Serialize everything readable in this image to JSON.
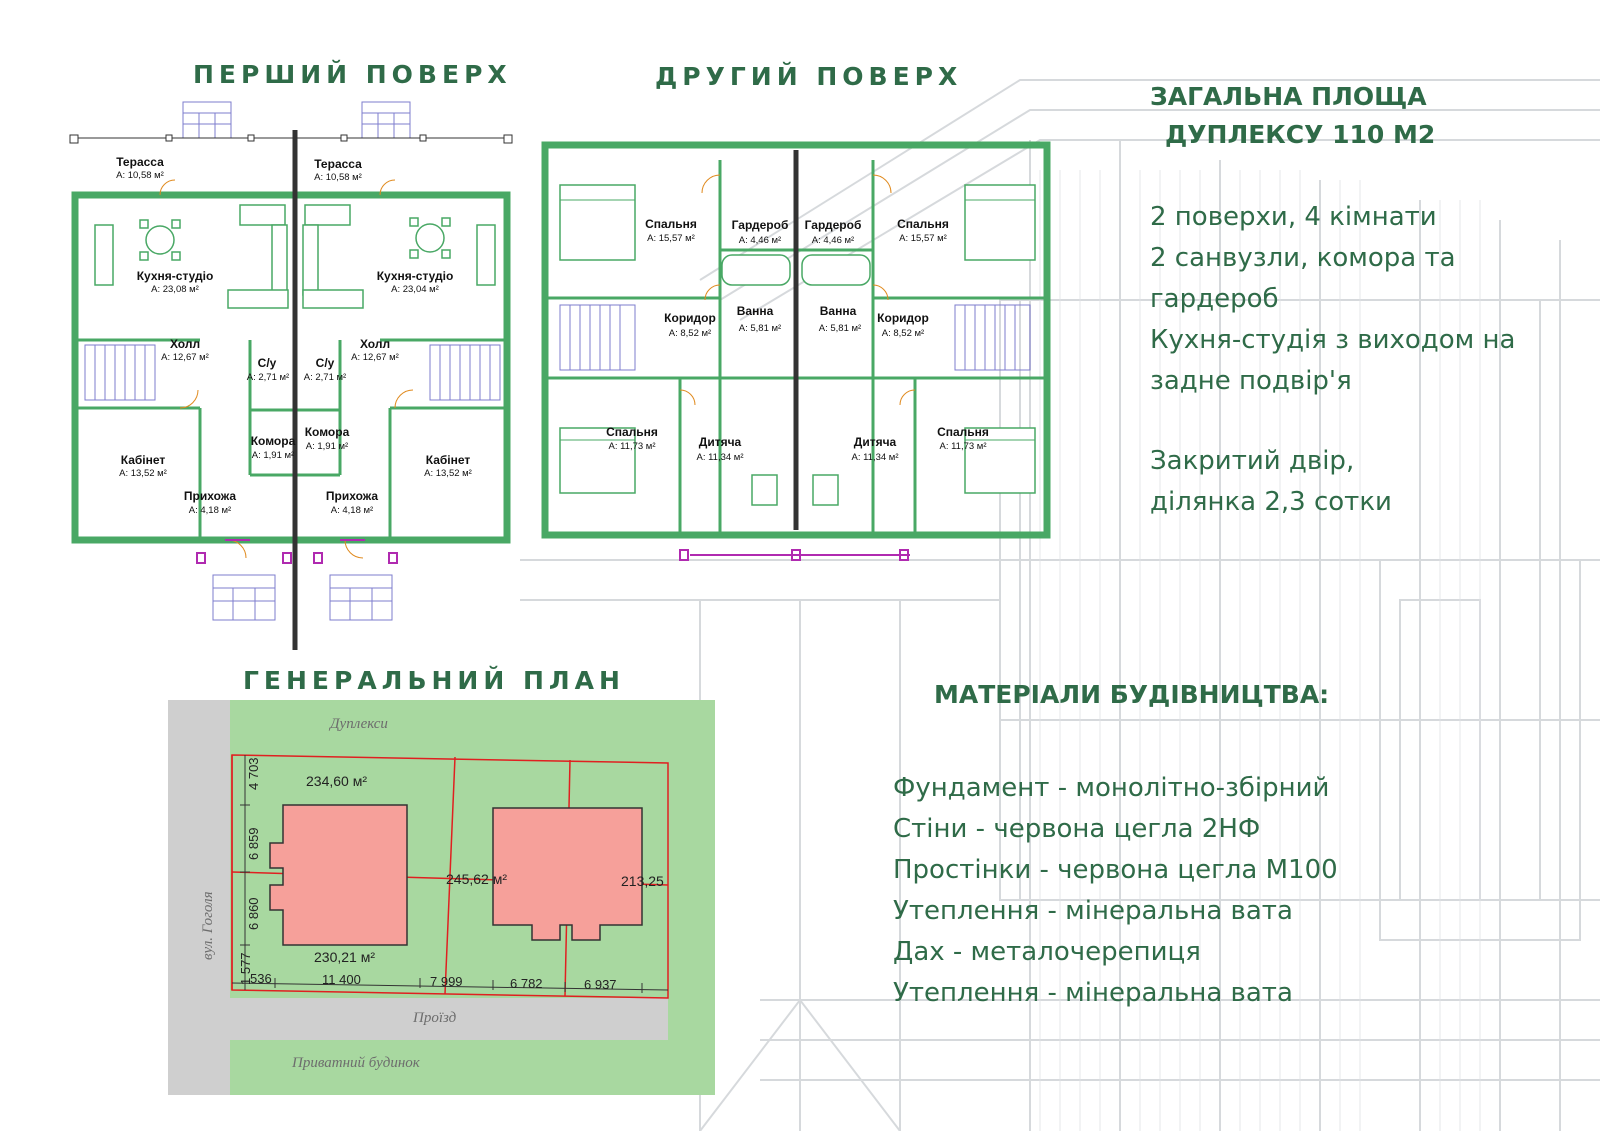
{
  "headings": {
    "first_floor": "ПЕРШИЙ ПОВЕРХ",
    "second_floor": "ДРУГИЙ ПОВЕРХ",
    "site_plan": "ГЕНЕРАЛЬНИЙ ПЛАН",
    "total_area_1": "ЗАГАЛЬНА ПЛОЩА",
    "total_area_2": "ДУПЛЕКСУ 110 М2",
    "materials": "МАТЕРІАЛИ БУДІВНИЦТВА:"
  },
  "features": [
    "2 поверхи, 4 кімнати",
    "2 санвузли, комора та",
    "гардероб",
    "Кухня-студія з виходом на",
    "задне подвір'я"
  ],
  "yard": [
    "Закритий двір,",
    "ділянка 2,3 сотки"
  ],
  "materials_list": [
    "Фундамент - монолітно-збірний",
    "Стіни - червона цегла 2НФ",
    "Простінки - червона цегла М100",
    "Утеплення - мінеральна вата",
    "Дах - металочерепиця",
    "Утеплення - мінеральна вата"
  ],
  "first_floor_rooms": [
    {
      "name": "Терасса",
      "area": "А: 10,58 м²"
    },
    {
      "name": "Терасса",
      "area": "А: 10,58 м²"
    },
    {
      "name": "Кухня-студіо",
      "area": "А: 23,08 м²"
    },
    {
      "name": "Кухня-студіо",
      "area": "А: 23,04 м²"
    },
    {
      "name": "Холл",
      "area": "А: 12,67 м²"
    },
    {
      "name": "Холл",
      "area": "А: 12,67 м²"
    },
    {
      "name": "С/у",
      "area": "А: 2,71 м²"
    },
    {
      "name": "С/у",
      "area": "А: 2,71 м²"
    },
    {
      "name": "Комора",
      "area": "А: 1,91 м²"
    },
    {
      "name": "Комора",
      "area": "А: 1,91 м²"
    },
    {
      "name": "Кабінет",
      "area": "А: 13,52 м²"
    },
    {
      "name": "Кабінет",
      "area": "А: 13,52 м²"
    },
    {
      "name": "Прихожа",
      "area": "А: 4,18 м²"
    },
    {
      "name": "Прихожа",
      "area": "А: 4,18 м²"
    }
  ],
  "second_floor_rooms": [
    {
      "name": "Спальня",
      "area": "А: 15,57 м²"
    },
    {
      "name": "Гардероб",
      "area": "А: 4,46 м²"
    },
    {
      "name": "Гардероб",
      "area": "А: 4,46 м²"
    },
    {
      "name": "Спальня",
      "area": "А: 15,57 м²"
    },
    {
      "name": "Коридор",
      "area": "А: 8,52 м²"
    },
    {
      "name": "Ванна",
      "area": "А: 5,81 м²"
    },
    {
      "name": "Ванна",
      "area": "А: 5,81 м²"
    },
    {
      "name": "Коридор",
      "area": "А: 8,52 м²"
    },
    {
      "name": "Спальня",
      "area": "А: 11,73 м²"
    },
    {
      "name": "Дитяча",
      "area": "А: 11,34 м²"
    },
    {
      "name": "Дитяча",
      "area": "А: 11,34 м²"
    },
    {
      "name": "Спальня",
      "area": "А: 11,73 м²"
    }
  ],
  "site": {
    "top_label": "Дуплекси",
    "street_label": "вул. Гоголя",
    "road_label": "Проїзд",
    "bottom_label": "Приватний будинок",
    "areas": [
      "234,60 м²",
      "245,62 м²",
      "230,21 м²",
      "213,25"
    ],
    "dims_vertical": [
      "4 703",
      "6 859",
      "6 860",
      "1 577"
    ],
    "dims_horizontal": [
      "536",
      "11 400",
      "7 999",
      "6 782",
      "6 937"
    ]
  },
  "colors": {
    "heading_green": "#2f6b48",
    "wall_green": "#49a865",
    "site_green": "#a8d8a0",
    "building_pink": "#f6a09a",
    "boundary_red": "#e02020"
  }
}
